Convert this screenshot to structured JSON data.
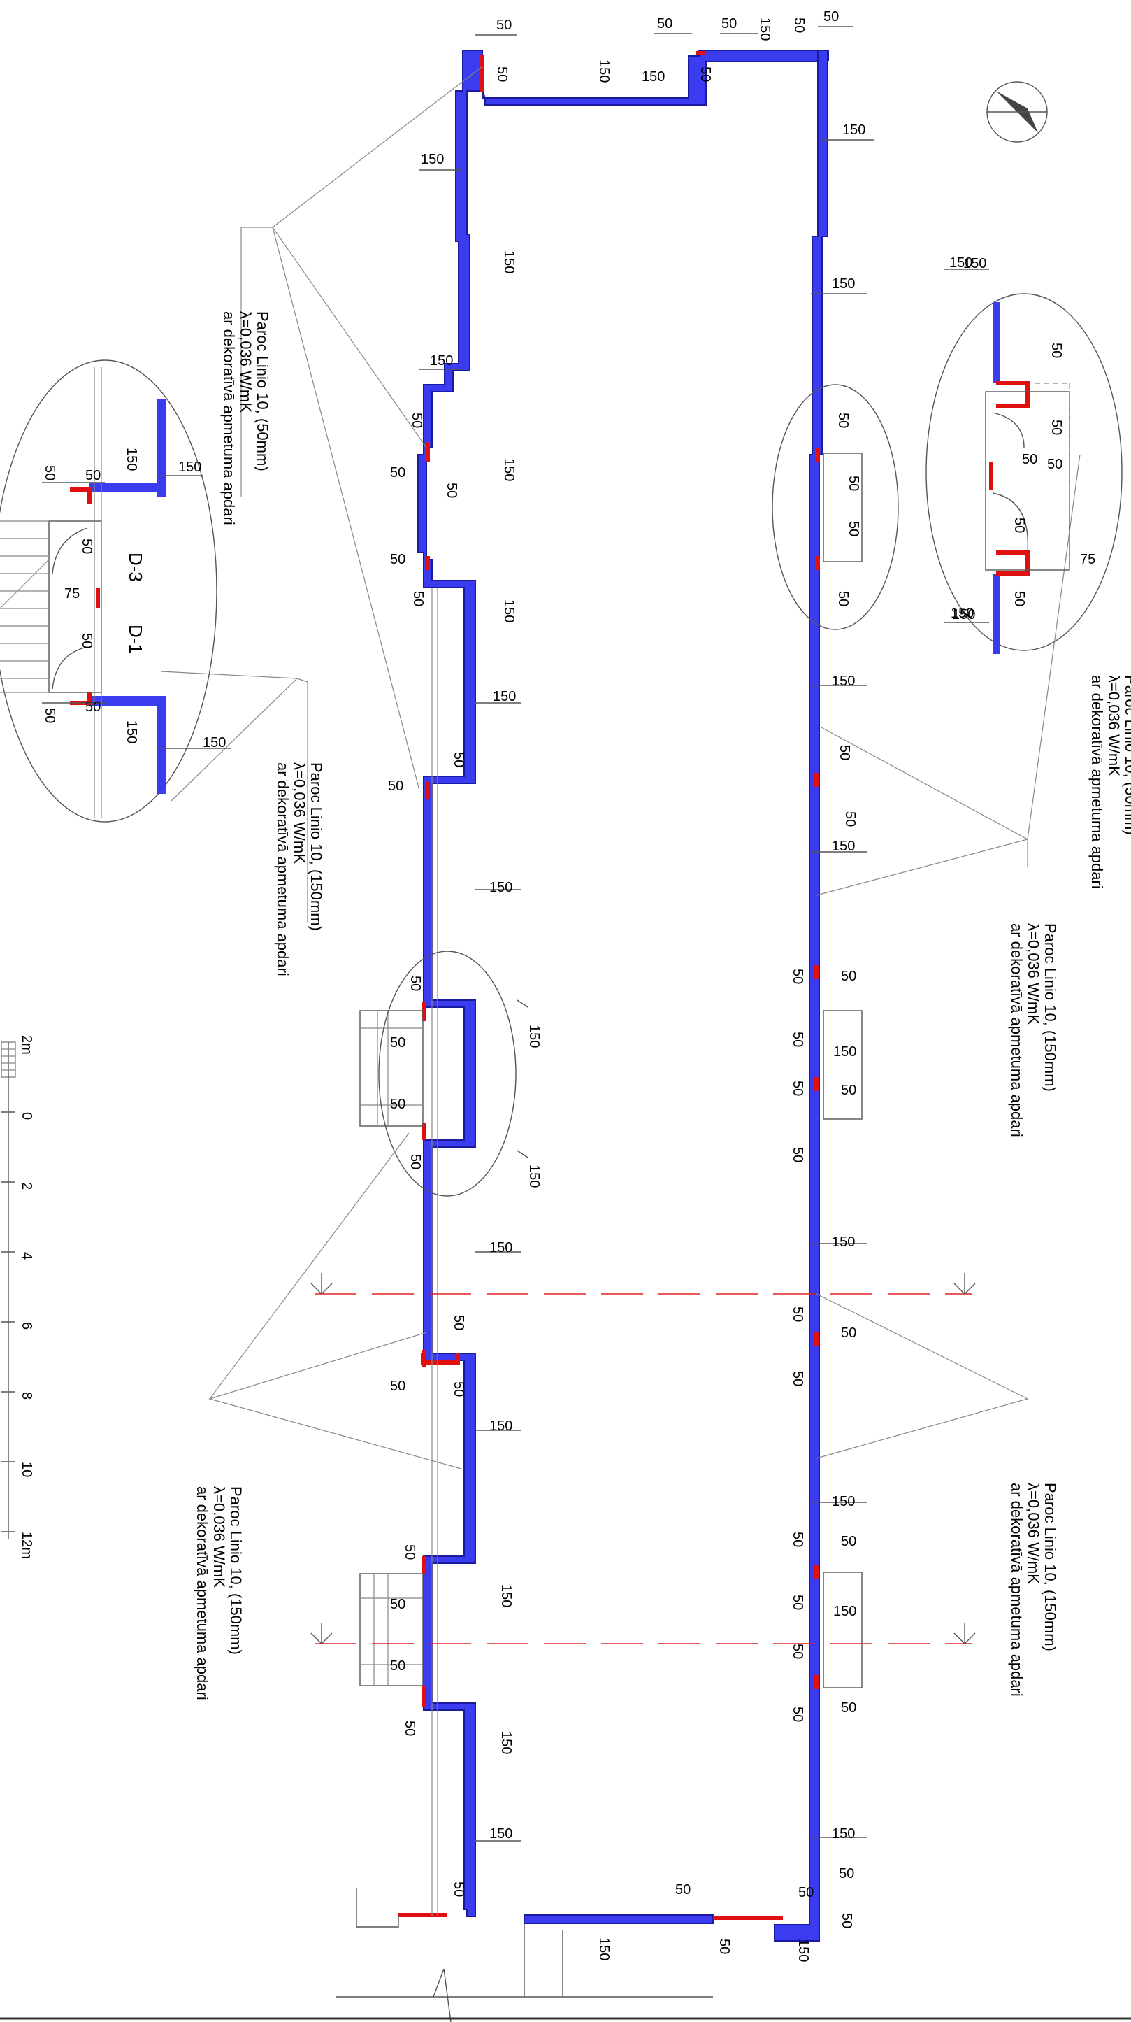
{
  "dimensions": {
    "d50": "50",
    "d75": "75",
    "d150": "150"
  },
  "callouts": {
    "linio50": {
      "line1": "Paroc Linio 10, (50mm)",
      "line2": "λ=0,036 W/mK",
      "line3": "ar dekoratīvā apmetuma apdari"
    },
    "linio150": {
      "line1": "Paroc Linio 10, (150mm)",
      "line2": "λ=0,036 W/mK",
      "line3": "ar dekoratīvā apmetuma apdari"
    }
  },
  "doors": {
    "d3": "D-3",
    "d1": "D-1"
  },
  "scale_bar": {
    "labels": [
      "2m",
      "0",
      "2",
      "4",
      "6",
      "8",
      "10",
      "12m"
    ]
  },
  "colors": {
    "wall": "#3b3bef",
    "insulation": "#e01010",
    "section_axis": "#e02020"
  },
  "icons": {
    "north": "north-arrow-icon"
  }
}
